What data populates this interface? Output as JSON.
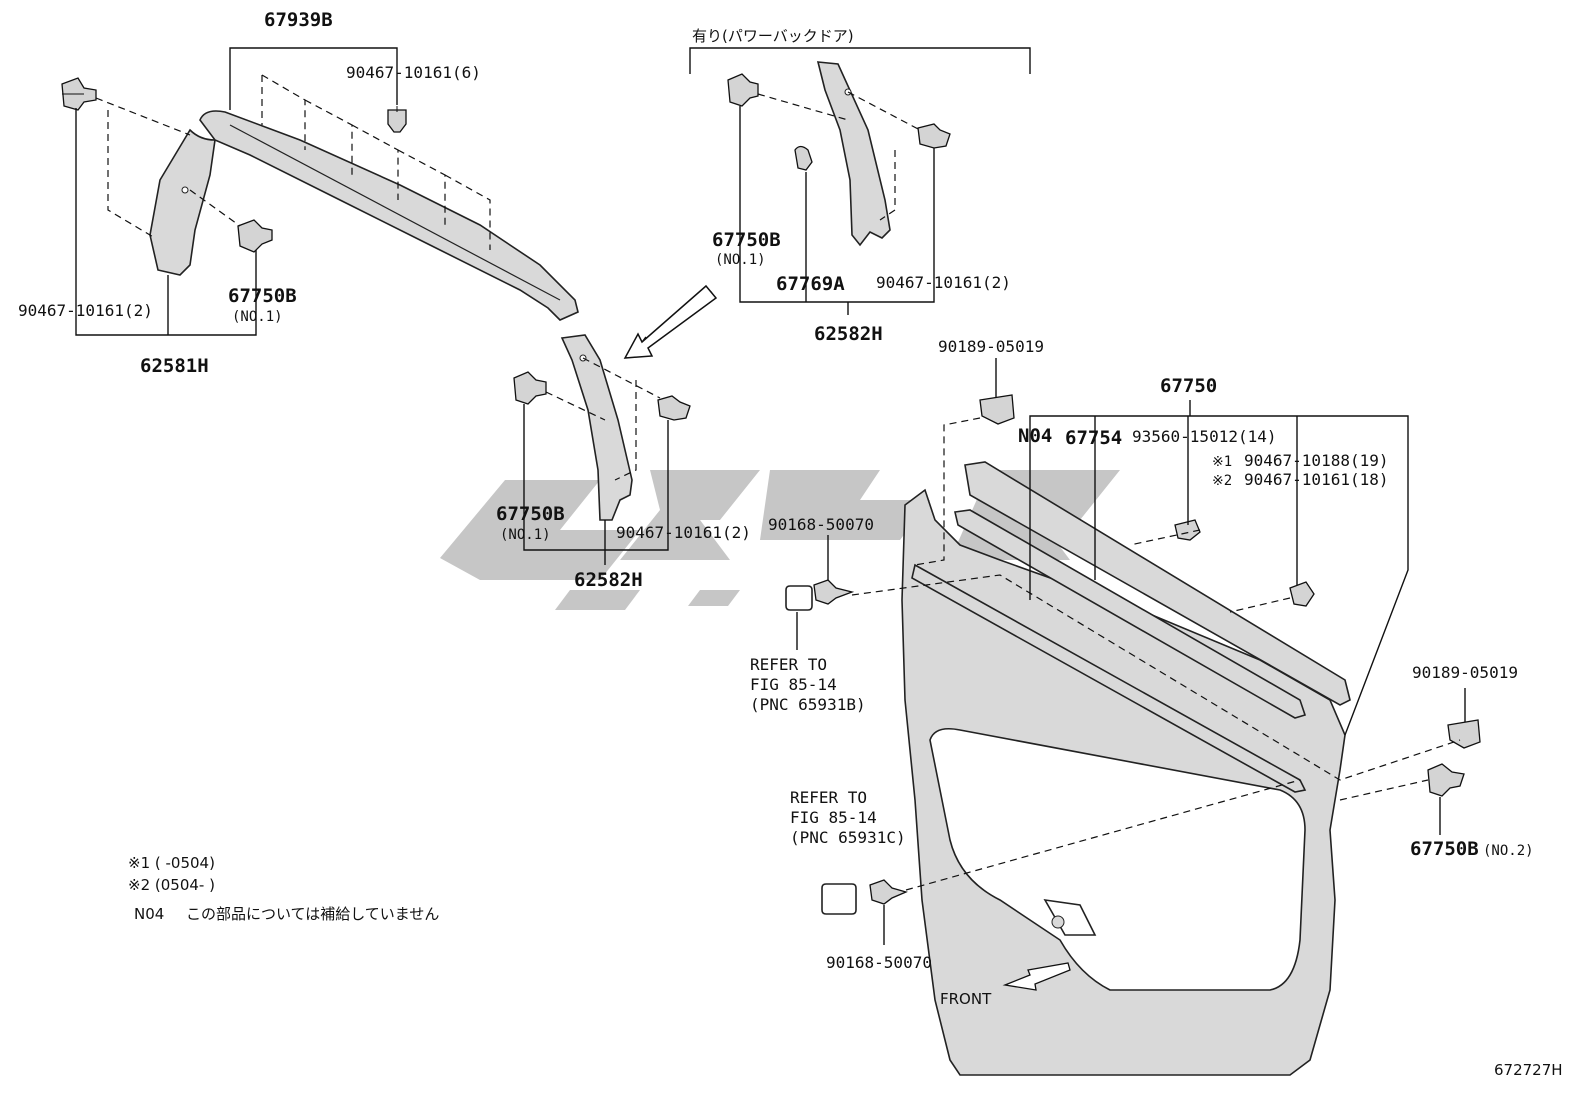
{
  "labels": {
    "p67939B": "67939B",
    "p90467_6": "90467-10161(6)",
    "p90467_2_left": "90467-10161(2)",
    "p67750B_left": "67750B",
    "no1_left": "(NO.1)",
    "p62581H": "62581H",
    "power_door": "有り(パワーバックドア)",
    "p67750B_top": "67750B",
    "no1_top": "(NO.1)",
    "p67769A": "67769A",
    "p90467_2_top": "90467-10161(2)",
    "p62582H_top": "62582H",
    "p67750B_mid": "67750B",
    "no1_mid": "(NO.1)",
    "p90467_2_mid": "90467-10161(2)",
    "p62582H_mid": "62582H",
    "p90189_top": "90189-05019",
    "p67750": "67750",
    "n04": "N04",
    "p67754": "67754",
    "p93560": "93560-15012(14)",
    "note1_prefix": "※1",
    "p90467_10188": "90467-10188(19)",
    "note2_prefix": "※2",
    "p90467_10161_18": "90467-10161(18)",
    "p90168_top": "90168-50070",
    "refer1_line1": "REFER TO",
    "refer1_line2": "FIG 85-14",
    "refer1_line3": "(PNC 65931B)",
    "refer2_line1": "REFER TO",
    "refer2_line2": "FIG 85-14",
    "refer2_line3": "(PNC 65931C)",
    "p90189_right": "90189-05019",
    "p67750B_right": "67750B",
    "no2_right": "(NO.2)",
    "p90168_bottom": "90168-50070",
    "front": "FRONT",
    "fig_number": "672727H"
  },
  "notes": {
    "n1": "※1 (      -0504)",
    "n2": "※2 (0504-      )",
    "n3_code": "N04",
    "n3_text": "この部品については補給していません"
  }
}
